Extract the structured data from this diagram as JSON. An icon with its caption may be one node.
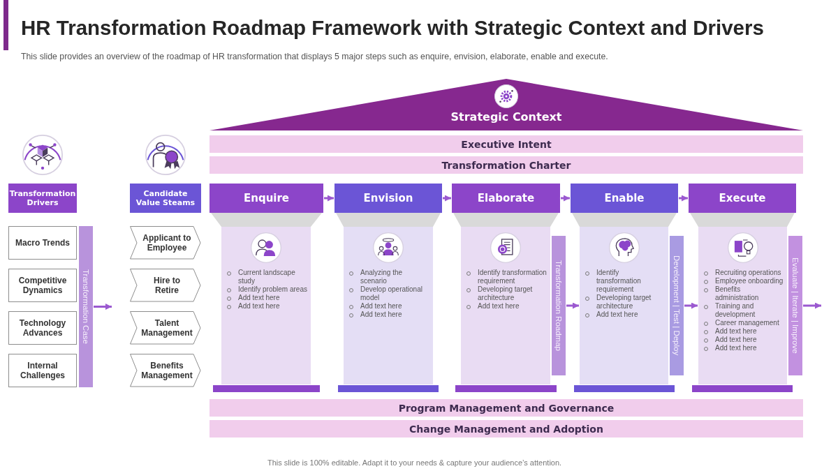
{
  "diagram": {
    "title": "HR Transformation Roadmap Framework with Strategic Context and Drivers",
    "nodes": [
      {
        "text": [
          "Strategic Context"
        ]
      },
      {
        "text": [
          "Executive Intent"
        ]
      },
      {
        "text": [
          "Transformation Charter"
        ]
      },
      {
        "text": [
          "Transformation Drivers"
        ]
      },
      {
        "text": [
          "Candidate Value Steams"
        ]
      },
      {
        "text": [
          "Macro Trends"
        ]
      },
      {
        "text": [
          "Competitive Dynamics"
        ]
      },
      {
        "text": [
          "Technology Advances"
        ]
      },
      {
        "text": [
          "Internal Challenges"
        ]
      },
      {
        "text": [
          "Transformation Case"
        ]
      },
      {
        "text": [
          "Applicant to Employee"
        ]
      },
      {
        "text": [
          "Hire to Retire"
        ]
      },
      {
        "text": [
          "Talent Management"
        ]
      },
      {
        "text": [
          "Benefits Management"
        ]
      },
      {
        "text": [
          "Enquire"
        ]
      },
      {
        "text": [
          "Envision"
        ]
      },
      {
        "text": [
          "Elaborate"
        ]
      },
      {
        "text": [
          "Enable"
        ]
      },
      {
        "text": [
          "Execute"
        ]
      },
      {
        "text": [
          "Current landscape study",
          "Identify problem areas",
          "Add text here",
          "Add text here"
        ]
      },
      {
        "text": [
          "Analyzing the scenario",
          "Develop operational model",
          "Add text here",
          "Add text here"
        ]
      },
      {
        "text": [
          "Identify transformation requirement",
          "Developing target architecture",
          "Add text here"
        ]
      },
      {
        "text": [
          "Transformation Roadmap"
        ]
      },
      {
        "text": [
          "Identify transformation requirement",
          "Developing target architecture",
          "Add text here"
        ]
      },
      {
        "text": [
          "Development | Test | Deploy"
        ]
      },
      {
        "text": [
          "Recruiting operations",
          "Employee onboarding",
          "Benefits administration",
          "Training and development",
          "Career management",
          "Add text here",
          "Add text here",
          "Add text here"
        ]
      },
      {
        "text": [
          "Evaluate | Iterate | Improve"
        ]
      },
      {
        "text": [
          "Program Management and Governance"
        ]
      },
      {
        "text": [
          "Change Management and Adoption"
        ]
      }
    ],
    "edges": [
      {
        "from": 14,
        "to": 15,
        "arrow": "to"
      },
      {
        "from": 15,
        "to": 16,
        "arrow": "to"
      },
      {
        "from": 16,
        "to": 17,
        "arrow": "to"
      },
      {
        "from": 17,
        "to": 18,
        "arrow": "to"
      },
      {
        "from": 9,
        "to": null,
        "arrow": "to"
      },
      {
        "from": 22,
        "to": 23,
        "arrow": "to"
      },
      {
        "from": 24,
        "to": 25,
        "arrow": "to"
      },
      {
        "from": 26,
        "to": null,
        "arrow": "to"
      }
    ],
    "labels": [
      "This slide provides an overview of the roadmap of HR transformation that displays 5 major steps such as enquire, envision, elaborate, enable and execute.",
      "This slide is 100% editable. Adapt it to your needs & capture your audience’s attention."
    ]
  }
}
